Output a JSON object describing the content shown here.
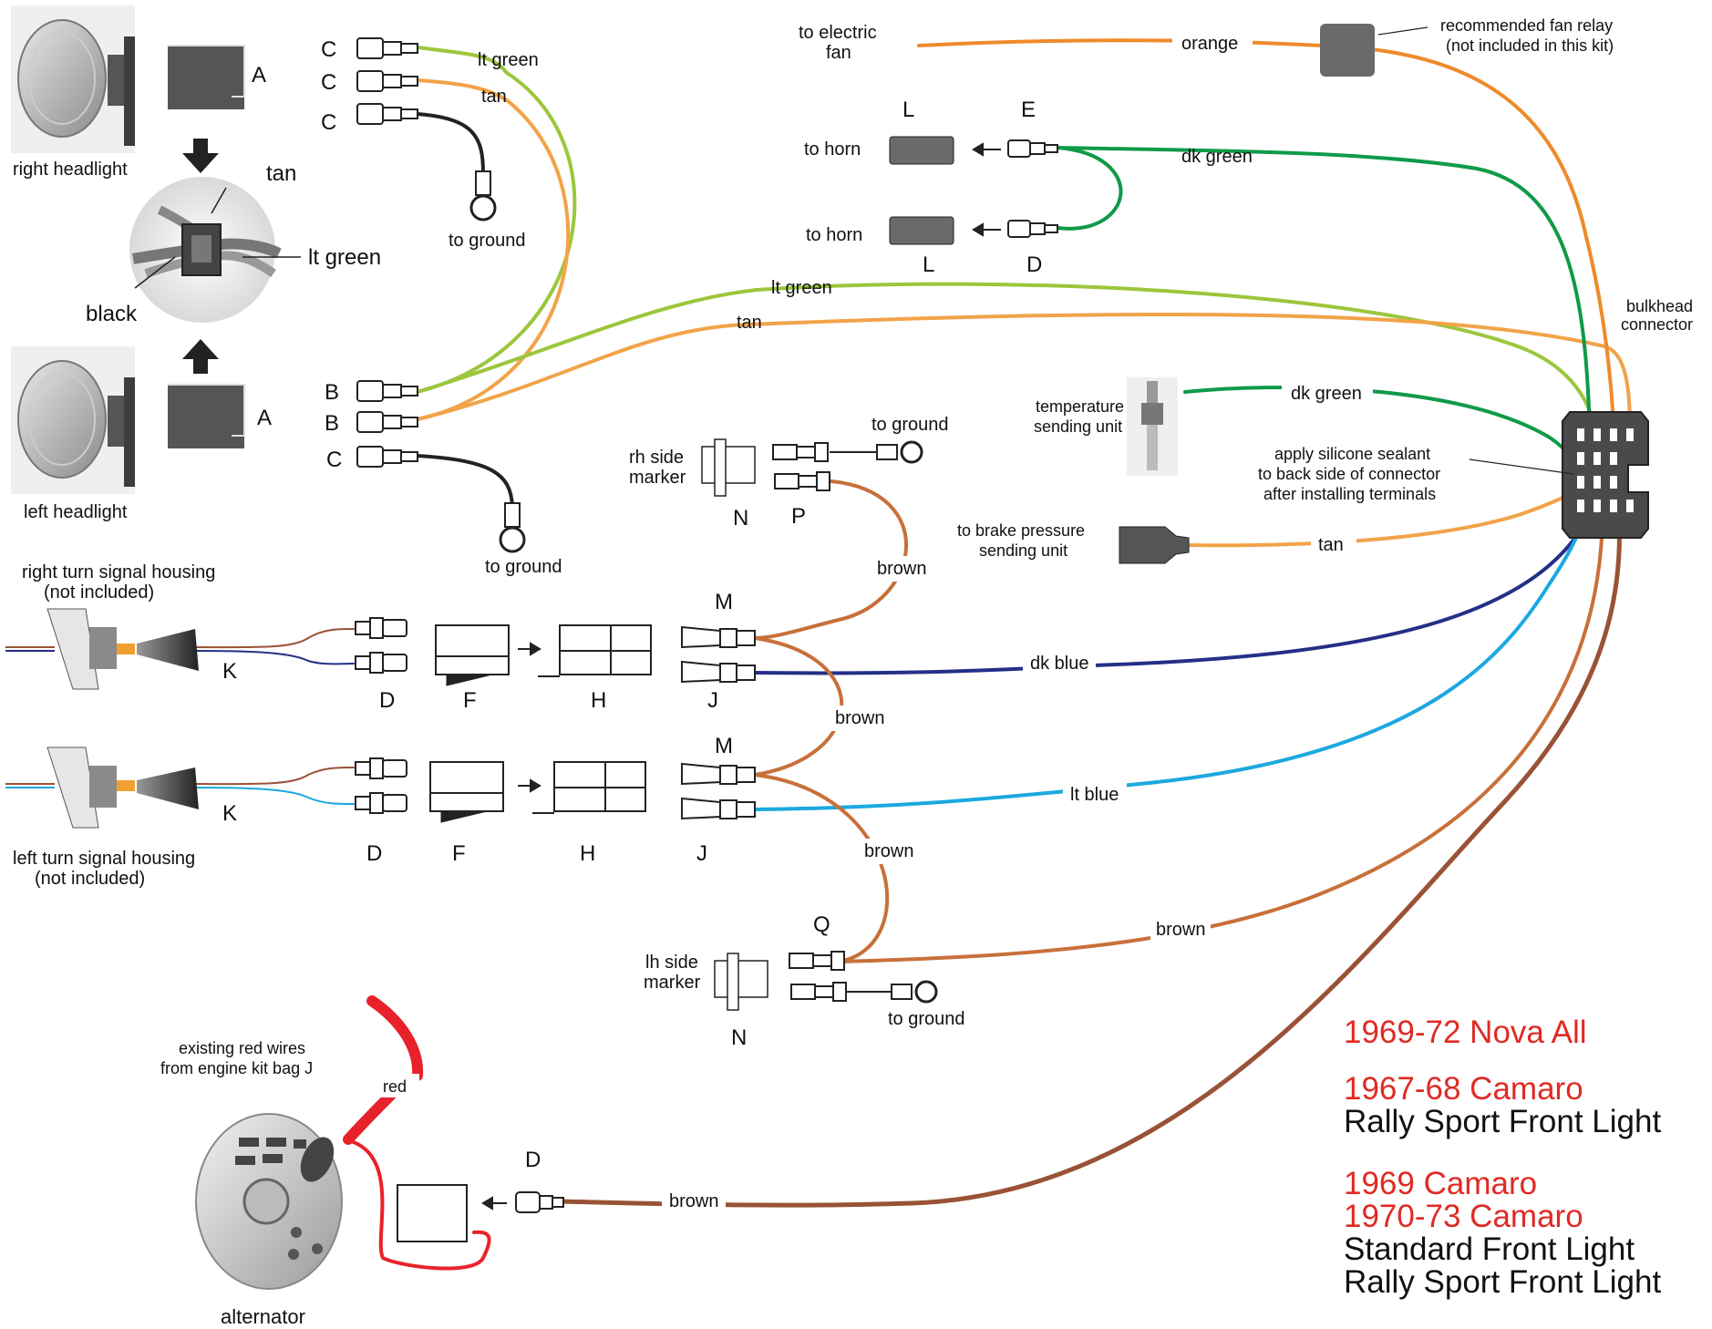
{
  "colors": {
    "lt_green": "#9cc63c",
    "tan": "#f2a348",
    "black": "#222222",
    "orange": "#ef8a2a",
    "dk_green": "#0f9a48",
    "brown": "#c8703a",
    "dk_brown": "#9a5236",
    "dk_blue": "#252f86",
    "lt_blue": "#1ca8e0",
    "red": "#e8222a",
    "title_red": "#e02a24",
    "title_black": "#111111"
  },
  "headlights": {
    "right": "right headlight",
    "left": "left headlight"
  },
  "parts": {
    "A": "A",
    "B": "B",
    "C": "C",
    "D": "D",
    "E": "E",
    "F": "F",
    "H": "H",
    "J": "J",
    "K": "K",
    "L": "L",
    "M": "M",
    "N": "N",
    "P": "P",
    "Q": "Q"
  },
  "callout": {
    "tan": "tan",
    "lt_green": "lt green",
    "black": "black"
  },
  "wires": {
    "lt_green": "lt green",
    "tan": "tan",
    "orange": "orange",
    "dk_green": "dk green",
    "brown": "brown",
    "dk_blue": "dk blue",
    "lt_blue": "lt blue",
    "red": "red"
  },
  "labels": {
    "to_ground": "to ground",
    "to_electric_fan_1": "to electric",
    "to_electric_fan_2": "fan",
    "fan_relay_1": "recommended fan relay",
    "fan_relay_2": "(not included in this kit)",
    "to_horn": "to horn",
    "bulkhead_1": "bulkhead",
    "bulkhead_2": "connector",
    "temp_1": "temperature",
    "temp_2": "sending unit",
    "sealant_1": "apply silicone sealant",
    "sealant_2": "to back side of connector",
    "sealant_3": "after installing terminals",
    "brake_1": "to brake pressure",
    "brake_2": "sending unit",
    "rh_marker_1": "rh side",
    "rh_marker_2": "marker",
    "lh_marker_1": "lh side",
    "lh_marker_2": "marker",
    "right_turn_1": "right turn signal housing",
    "right_turn_2": "(not included)",
    "left_turn_1": "left turn signal housing",
    "left_turn_2": "(not included)",
    "existing_red_1": "existing red wires",
    "existing_red_2": "from engine kit bag J",
    "alternator": "alternator"
  },
  "applications": [
    {
      "text": "1969-72 Nova All",
      "color": "red"
    },
    {
      "text": "1967-68 Camaro",
      "color": "red"
    },
    {
      "text": "Rally Sport Front Light",
      "color": "black"
    },
    {
      "text": "1969 Camaro",
      "color": "red"
    },
    {
      "text": "1970-73 Camaro",
      "color": "red"
    },
    {
      "text": "Standard Front Light",
      "color": "black"
    },
    {
      "text": "Rally Sport Front Light",
      "color": "black"
    }
  ]
}
